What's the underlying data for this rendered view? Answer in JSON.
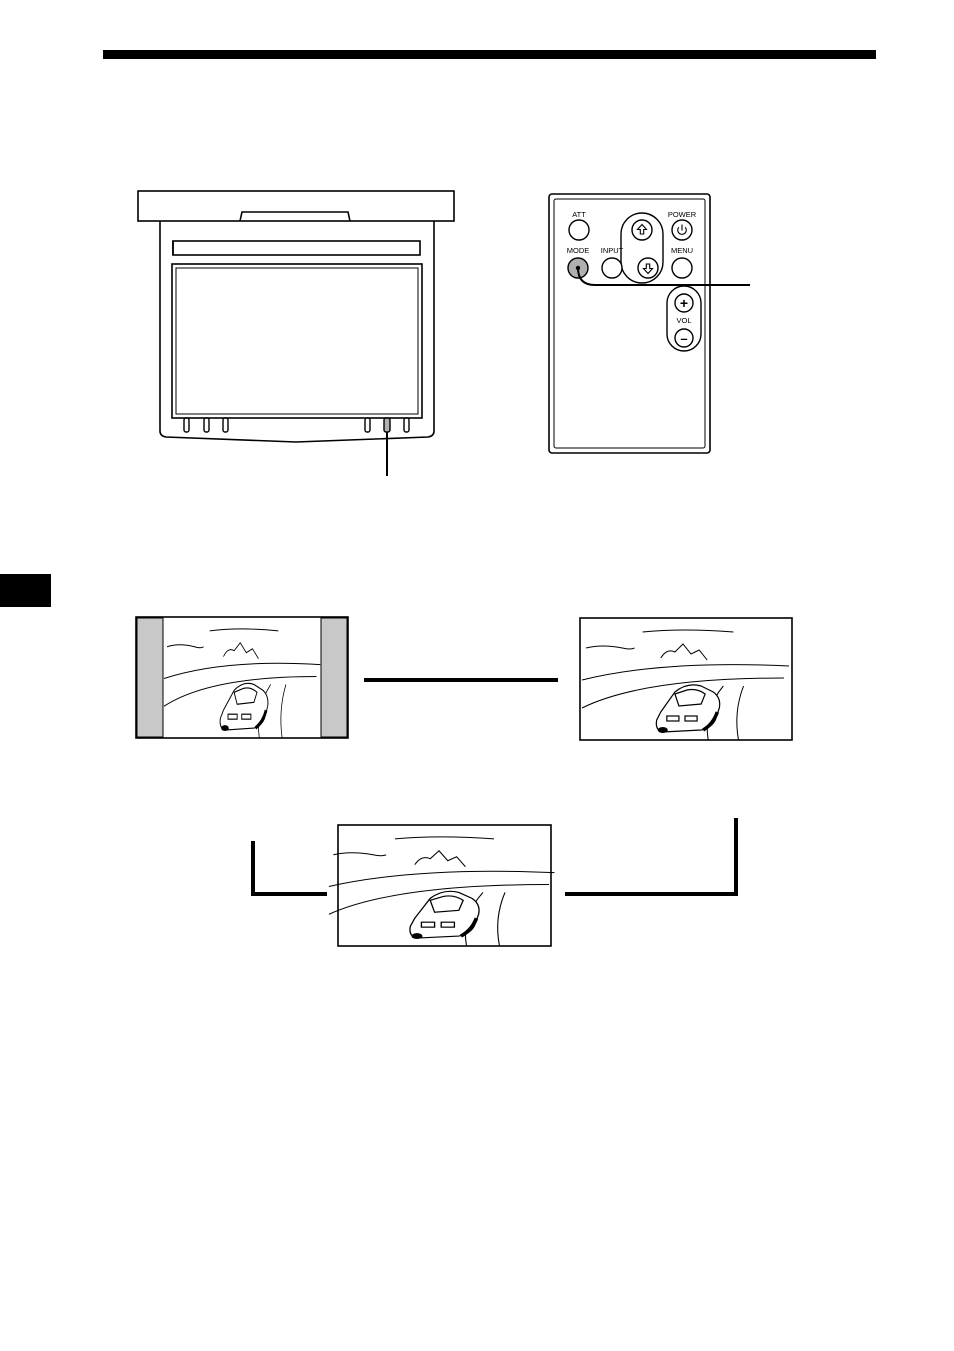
{
  "manual_page": {
    "header_rule": true,
    "side_tab": true
  },
  "remote": {
    "buttons": {
      "att": "ATT",
      "power": "POWER",
      "mode": "MODE",
      "input": "INPUT",
      "menu": "MENU",
      "vol": "VOL",
      "vol_plus": "+",
      "vol_minus": "–"
    },
    "icons": {
      "power": "power-icon",
      "up": "up-arrow-icon",
      "down": "down-arrow-icon"
    },
    "highlight_color": "#b0b0b0"
  },
  "screen_modes": {
    "letterbox_bar_color": "#c8c8c8",
    "frames": 3
  }
}
